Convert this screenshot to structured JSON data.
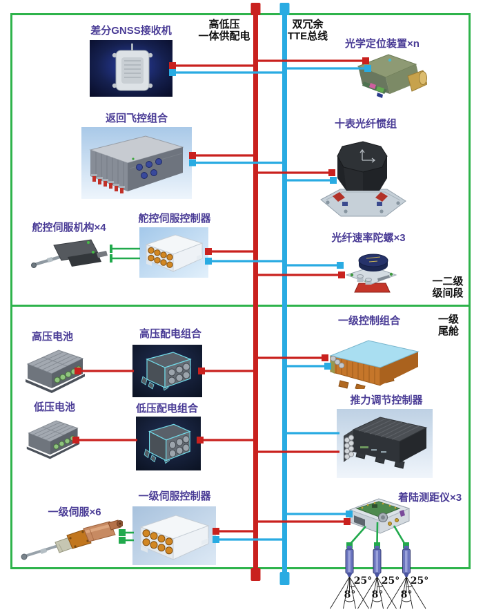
{
  "buses": {
    "power": {
      "line1": "高低压",
      "line2": "一体供配电",
      "color": "#c9211e"
    },
    "tte": {
      "line1": "双冗余",
      "line2": "TTE总线",
      "color": "#29abe2"
    }
  },
  "sections": {
    "interstage": {
      "line1": "一二级",
      "line2": "级间段"
    },
    "tail": {
      "line1": "一级",
      "line2": "尾舱"
    }
  },
  "components": {
    "gnss_receiver": {
      "label": "差分GNSS接收机"
    },
    "optical_locator": {
      "label": "光学定位装置×n"
    },
    "return_flight_control_unit": {
      "label": "返回飞控组合"
    },
    "fiber_optic_imu": {
      "label": "十表光纤惯组"
    },
    "rudder_servo_mechanism": {
      "label": "舵控伺服机构×4"
    },
    "rudder_servo_controller": {
      "label": "舵控伺服控制器"
    },
    "fiber_optic_rate_gyro": {
      "label": "光纤速率陀螺×3"
    },
    "stage1_control_unit": {
      "label": "一级控制组合"
    },
    "hv_battery": {
      "label": "高压电池"
    },
    "hv_power_distribution_unit": {
      "label": "高压配电组合"
    },
    "lv_battery": {
      "label": "低压电池"
    },
    "lv_power_distribution_unit": {
      "label": "低压配电组合"
    },
    "thrust_regulation_controller": {
      "label": "推力调节控制器"
    },
    "stage1_servo": {
      "label": "一级伺服×6"
    },
    "stage1_servo_controller": {
      "label": "一级伺服控制器"
    },
    "landing_rangefinder": {
      "label": "着陆测距仪×3"
    }
  },
  "beam_angles": {
    "wide": "25°",
    "narrow": "8°"
  },
  "colors": {
    "border_green": "#2eb34b",
    "connector_green": "#21a94c",
    "bus_red": "#c9211e",
    "bus_blue": "#29abe2",
    "label_purple": "#4a3c96"
  }
}
